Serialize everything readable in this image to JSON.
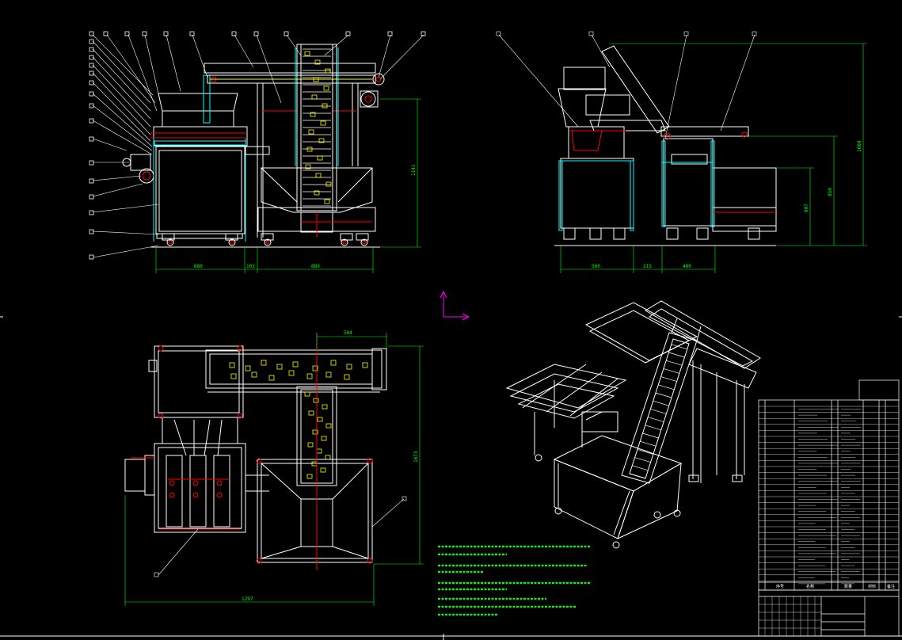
{
  "drawing": {
    "colors": {
      "background": "#000000",
      "outline": "#ffffff",
      "dimension": "#00ff00",
      "frame": "#00ffff",
      "accent": "#ff0000",
      "parts": "#ffff00",
      "axis": "#ff00ff"
    },
    "front_view": {
      "dimensions": {
        "width_left": "680",
        "gap": "103",
        "width_right": "889",
        "height": "1141"
      }
    },
    "side_view": {
      "dimensions": {
        "width_a": "560",
        "width_b": "215",
        "width_c": "400",
        "height_a": "607",
        "height_b": "850",
        "height_c": "1660"
      }
    },
    "top_view": {
      "dimensions": {
        "top_width": "504",
        "depth": "1673",
        "total_width": "1297"
      }
    },
    "title_block": {
      "columns": [
        "序号",
        "名称",
        "数量",
        "材料",
        "备注"
      ],
      "cells": [
        "",
        ""
      ]
    }
  }
}
